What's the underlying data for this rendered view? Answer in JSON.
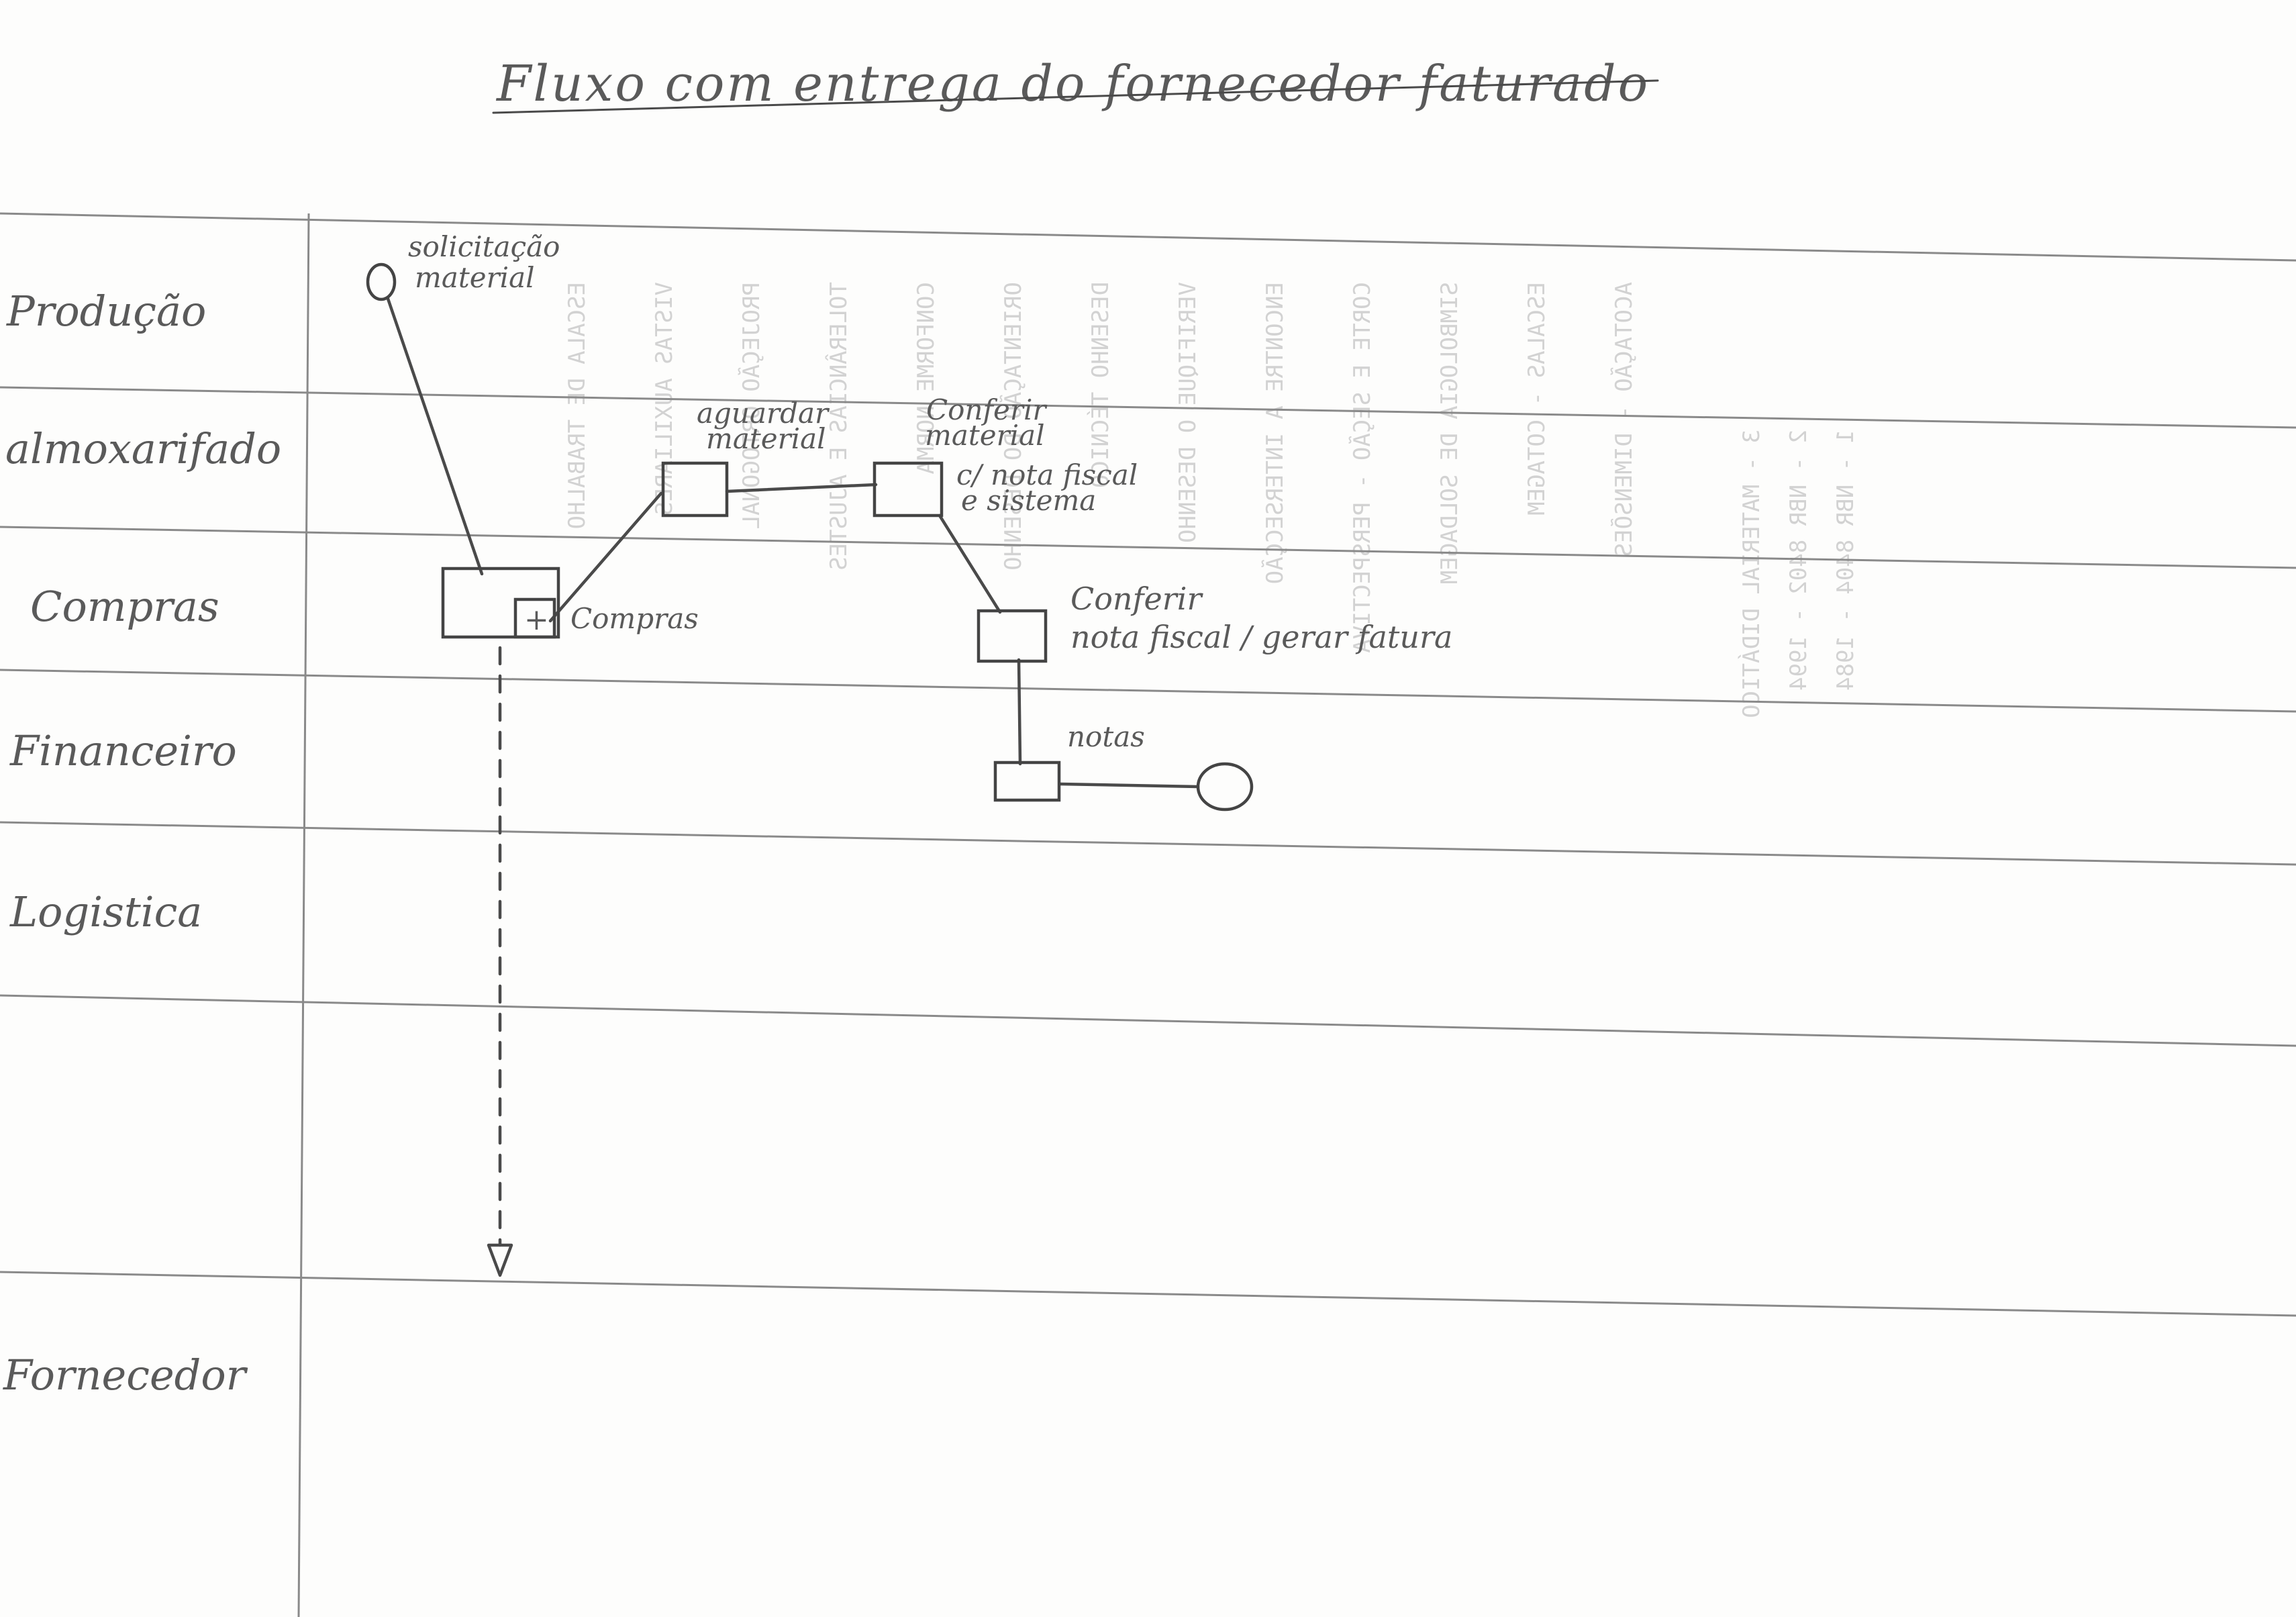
{
  "title": "Fluxo com entrega do fornecedor faturado",
  "lanes": [
    {
      "id": "producao",
      "label": "Produção"
    },
    {
      "id": "almoxarifado",
      "label": "almoxarifado"
    },
    {
      "id": "compras",
      "label": "Compras"
    },
    {
      "id": "financeiro",
      "label": "Financeiro"
    },
    {
      "id": "logistica",
      "label": "Logistica"
    },
    {
      "id": "vazio",
      "label": ""
    },
    {
      "id": "fornecedor",
      "label": "Fornecedor"
    }
  ],
  "annotations": {
    "solicitacao": [
      "solicitação",
      "material"
    ],
    "aguardar": [
      "aguardar",
      "material"
    ],
    "conferir_material": [
      "Conferir",
      "material",
      "c/ nota fiscal",
      "e sistema"
    ],
    "subprocess": "Compras",
    "conferir_nota": [
      "Conferir",
      "nota fiscal / gerar fatura"
    ],
    "notas": "notas"
  },
  "subprocess_marker": "+",
  "bleed_through": [
    "1 - NBR 8404 - 1984",
    "2 - NBR 8402 - 1994",
    "3 - MATERIAL DIDÁTICO",
    "ACOTAÇÃO - DIMENSÕES",
    "ESCALAS - COTAGEM",
    "SIMBOLOGIA DE SOLDAGEM",
    "CORTE E SEÇÃO - PERSPECTIVA",
    "ENCONTRE A INTERSECÇÃO",
    "VERIFIQUE O DESENHO",
    "DESENHO TÉCNICO",
    "ORIENTAÇÃO DO DESENHO",
    "CONFORME NORMA",
    "TOLERÂNCIAS E AJUSTES",
    "PROJEÇÃO ORTOGONAL",
    "VISTAS AUXILIARES",
    "ESCALA DE TRABALHO"
  ]
}
